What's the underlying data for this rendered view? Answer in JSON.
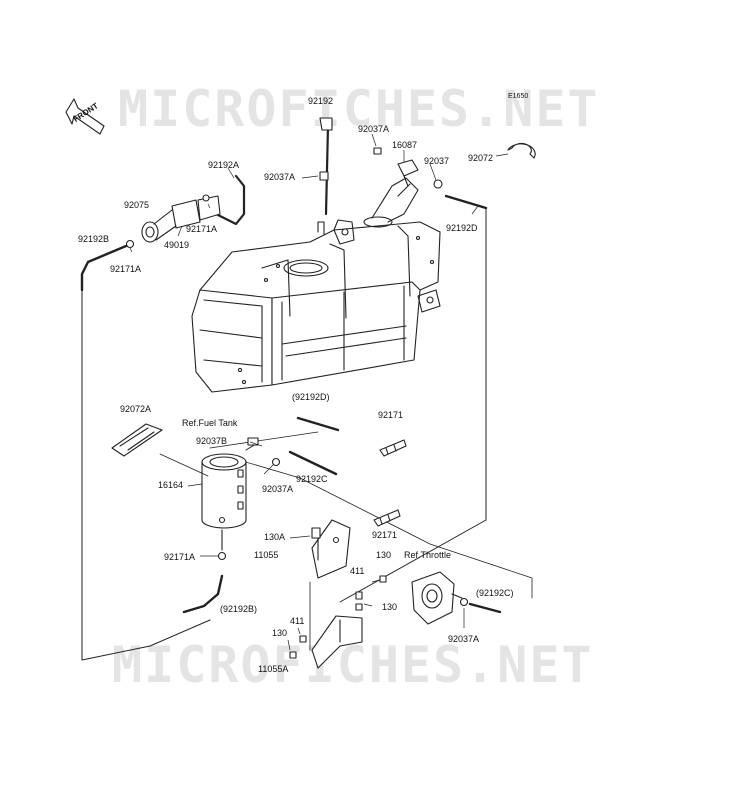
{
  "watermark_text": "MICROFICHES.NET",
  "diagram_code": "E1650",
  "front_label": "FRONT",
  "parts": [
    {
      "id": "p-92192-top",
      "text": "92192"
    },
    {
      "id": "p-92037a-top",
      "text": "92037A"
    },
    {
      "id": "p-16087",
      "text": "16087"
    },
    {
      "id": "p-92037",
      "text": "92037"
    },
    {
      "id": "p-92072",
      "text": "92072"
    },
    {
      "id": "p-92192a",
      "text": "92192A"
    },
    {
      "id": "p-92037a-left",
      "text": "92037A"
    },
    {
      "id": "p-92075",
      "text": "92075"
    },
    {
      "id": "p-92171a-top",
      "text": "92171A"
    },
    {
      "id": "p-49019",
      "text": "49019"
    },
    {
      "id": "p-92192b",
      "text": "92192B"
    },
    {
      "id": "p-92171a-left",
      "text": "92171A"
    },
    {
      "id": "p-92192d",
      "text": "92192D"
    },
    {
      "id": "p-92072a",
      "text": "92072A"
    },
    {
      "id": "p-ref-fuel-tank",
      "text": "Ref.Fuel Tank"
    },
    {
      "id": "p-92192d-paren",
      "text": "(92192D)"
    },
    {
      "id": "p-92171-top",
      "text": "92171"
    },
    {
      "id": "p-92037b",
      "text": "92037B"
    },
    {
      "id": "p-16164",
      "text": "16164"
    },
    {
      "id": "p-92037a-mid",
      "text": "92037A"
    },
    {
      "id": "p-92192c",
      "text": "92192C"
    },
    {
      "id": "p-130a",
      "text": "130A"
    },
    {
      "id": "p-92171-mid",
      "text": "92171"
    },
    {
      "id": "p-11055",
      "text": "11055"
    },
    {
      "id": "p-130-right",
      "text": "130"
    },
    {
      "id": "p-ref-throttle",
      "text": "Ref.Throttle"
    },
    {
      "id": "p-92171a-bottom",
      "text": "92171A"
    },
    {
      "id": "p-411-right",
      "text": "411"
    },
    {
      "id": "p-92192b-paren",
      "text": "(92192B)"
    },
    {
      "id": "p-92192c-paren",
      "text": "(92192C)"
    },
    {
      "id": "p-130-bracket",
      "text": "130"
    },
    {
      "id": "p-411-left",
      "text": "411"
    },
    {
      "id": "p-130-left",
      "text": "130"
    },
    {
      "id": "p-92037a-bottom",
      "text": "92037A"
    },
    {
      "id": "p-11055a",
      "text": "11055A"
    }
  ]
}
